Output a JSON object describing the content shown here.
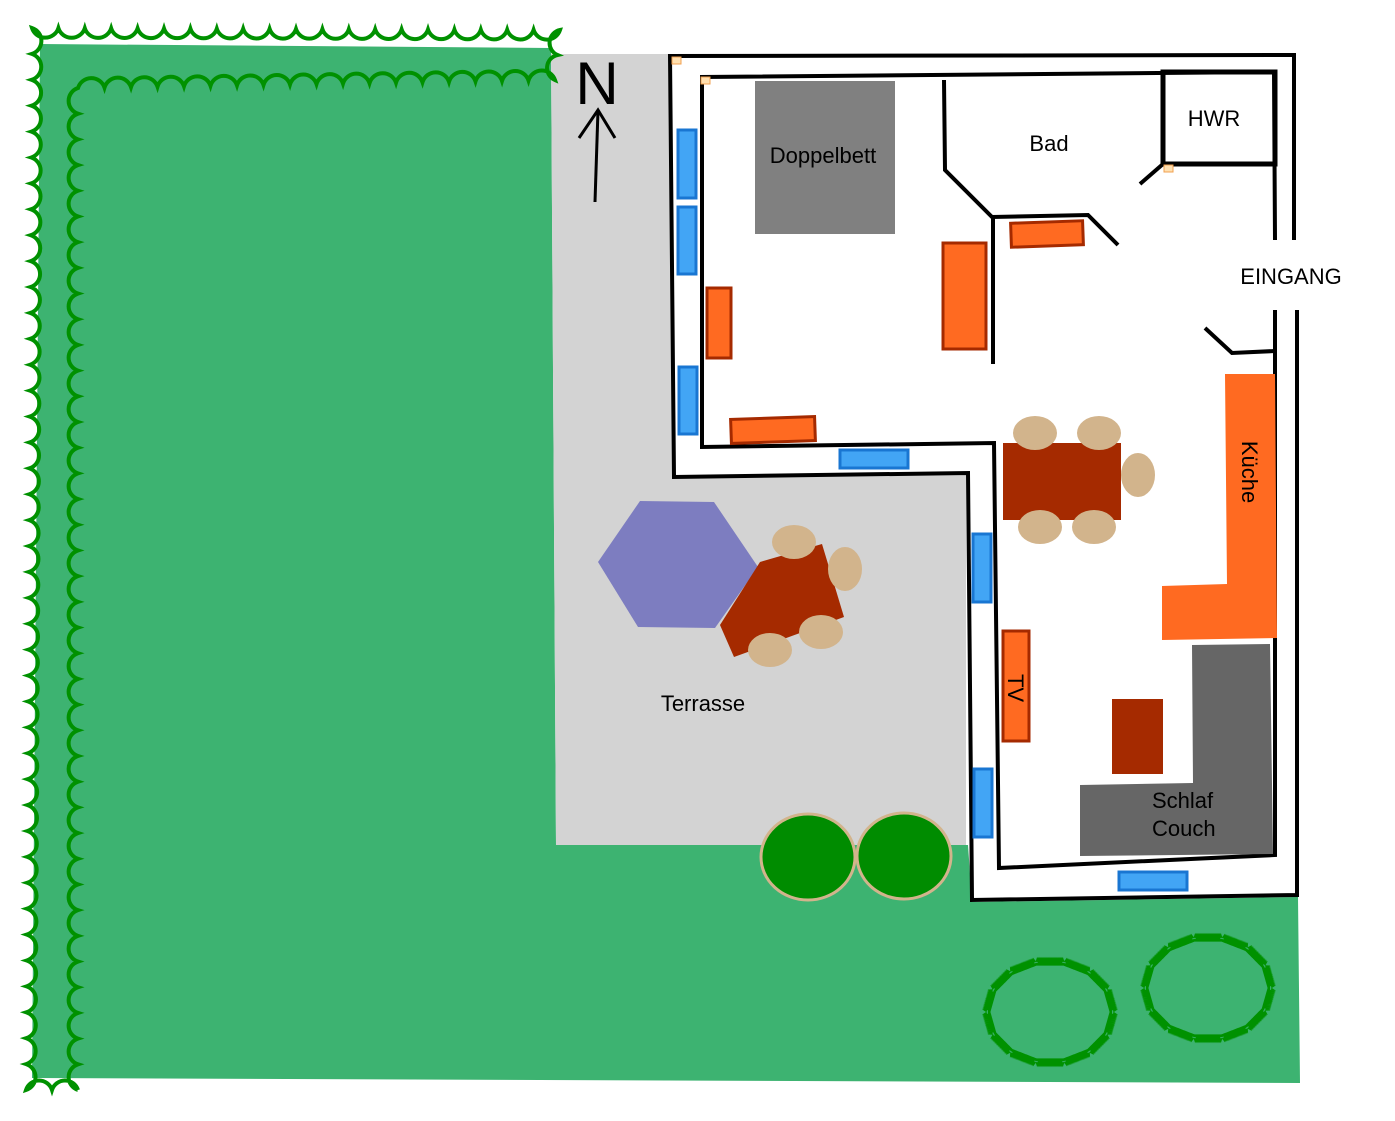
{
  "plan": {
    "north_label": "N",
    "rooms": {
      "bed": "Doppelbett",
      "bath": "Bad",
      "utility": "HWR",
      "entrance": "EINGANG",
      "kitchen": "Küche",
      "tv": "TV",
      "sofa_line1": "Schlaf",
      "sofa_line2": "Couch",
      "terrace": "Terrasse"
    }
  },
  "colors": {
    "lawn": "#3db371",
    "terrace": "#d3d3d3",
    "window": "#42a5f5",
    "furniture": "#ff6a21",
    "table": "#a52a00",
    "chair": "#d2b48c",
    "umbrella": "#7d7dc0",
    "bed": "#808080",
    "sofa": "#666666",
    "hedge": "#009100"
  }
}
